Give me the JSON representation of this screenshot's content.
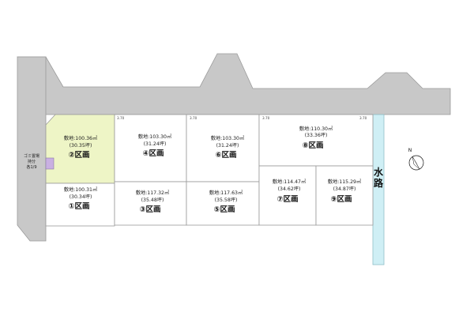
{
  "lots": [
    {
      "id": "2",
      "name": "②区画",
      "area_m2": "敷地:100.36㎡",
      "area_tsubo": "(30.35坪)",
      "highlighted": true
    },
    {
      "id": "4",
      "name": "④区画",
      "area_m2": "敷地:103.30㎡",
      "area_tsubo": "(31.24坪)"
    },
    {
      "id": "6",
      "name": "⑥区画",
      "area_m2": "敷地:103.30㎡",
      "area_tsubo": "(31.24坪)"
    },
    {
      "id": "8",
      "name": "⑧区画",
      "area_m2": "敷地:110.30㎡",
      "area_tsubo": "(33.36坪)"
    },
    {
      "id": "1",
      "name": "①区画",
      "area_m2": "敷地:100.31㎡",
      "area_tsubo": "(30.34坪)"
    },
    {
      "id": "3",
      "name": "③区画",
      "area_m2": "敷地:117.32㎡",
      "area_tsubo": "(35.48坪)"
    },
    {
      "id": "5",
      "name": "⑤区画",
      "area_m2": "敷地:117.63㎡",
      "area_tsubo": "(35.58坪)"
    },
    {
      "id": "7",
      "name": "⑦区画",
      "area_m2": "敷地:114.47㎡",
      "area_tsubo": "(34.62坪)"
    },
    {
      "id": "9",
      "name": "⑨区画",
      "area_m2": "敷地:115.29㎡",
      "area_tsubo": "(34.87坪)"
    }
  ],
  "road_widths": [
    "3.70",
    "3.70",
    "3.70",
    "3.70"
  ],
  "trash": {
    "line1": "ゴミ置場",
    "line2": "持分",
    "line3": "各1/9"
  },
  "waterway": {
    "char1": "水",
    "char2": "路"
  },
  "north": {
    "label": "N"
  },
  "colors": {
    "highlight": "#eef5c6",
    "road": "#c8c8c8",
    "water": "#cfeff5",
    "trash": "#c9b0e2"
  }
}
